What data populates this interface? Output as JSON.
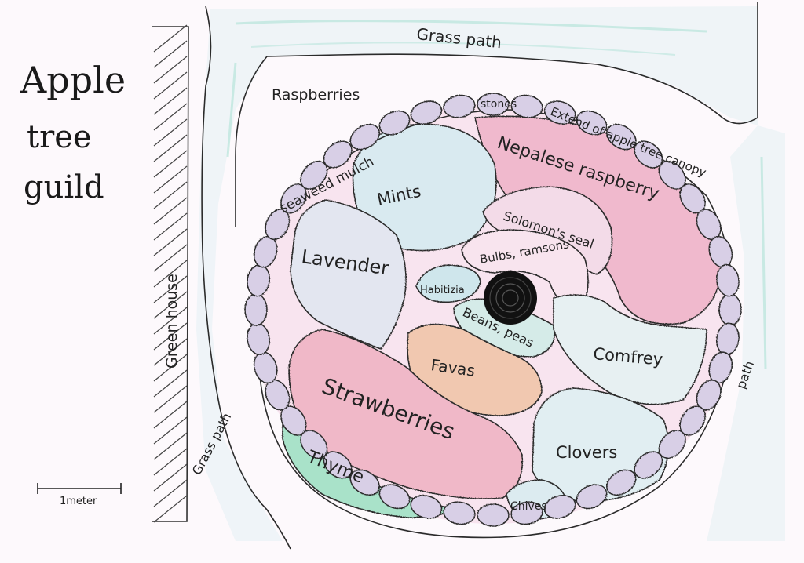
{
  "title": {
    "lines": [
      "Apple",
      "tree",
      "guild"
    ]
  },
  "labels": {
    "grass_path_top": "Grass path",
    "raspberries": "Raspberries",
    "stones": "stones",
    "canopy_extent": "Extend of apple tree canopy",
    "seaweed_mulch": "seaweed mulch",
    "nepalese_raspberry": "Nepalese raspberry",
    "mints": "Mints",
    "solomons_seal": "Solomon's seal",
    "lavender": "Lavender",
    "bulbs_ramsons": "Bulbs, ramsons",
    "habitizia": "Habitizia",
    "beans_peas": "Beans, peas",
    "comfrey": "Comfrey",
    "favas": "Favas",
    "strawberries": "Strawberries",
    "clovers": "Clovers",
    "thyme": "Thyme",
    "chives": "Chives",
    "green_house": "Green house",
    "grass_path_left": "Grass path",
    "path_right": "path",
    "scale": "1meter"
  },
  "colors": {
    "paper": "#fdf9fc",
    "pink_fill": "#f2c9dc",
    "red_fill": "#f0a9b8",
    "blue_fill": "#cfe6ec",
    "teal_fill": "#bfe3dc",
    "green_fill": "#7fd3b0",
    "orange_fill": "#f0b88a",
    "lilac_fill": "#ddd3e8",
    "stone_fill": "#d8cfe6",
    "grass_teal": "#6fd0b8",
    "tree_black": "#111111"
  }
}
